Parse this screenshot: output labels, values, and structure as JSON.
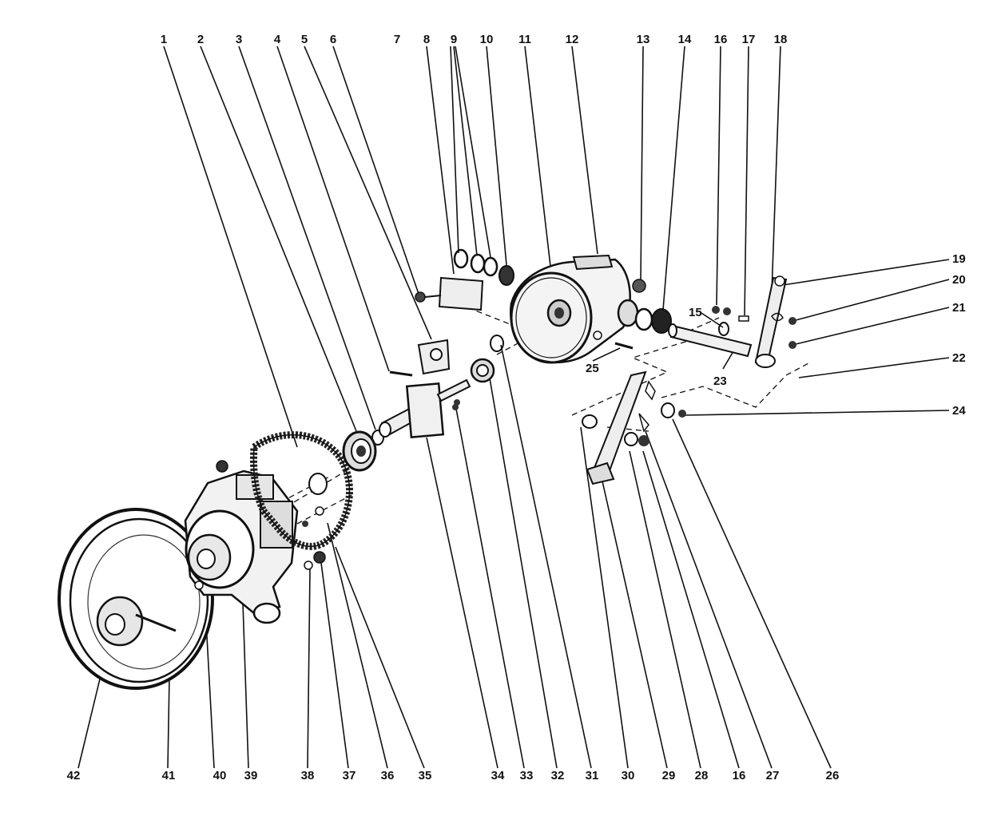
{
  "callouts_top": [
    "1",
    "2",
    "3",
    "4",
    "5",
    "6",
    "7",
    "8",
    "9",
    "10",
    "11",
    "12",
    "13",
    "14",
    "16",
    "17",
    "18"
  ],
  "callouts_right": [
    "19",
    "20",
    "21",
    "22",
    "24"
  ],
  "callouts_inner": [
    "15",
    "23",
    "25"
  ],
  "callouts_bottom": [
    "42",
    "41",
    "40",
    "39",
    "38",
    "37",
    "36",
    "35",
    "34",
    "33",
    "32",
    "31",
    "30",
    "29",
    "28",
    "16",
    "27",
    "26"
  ]
}
